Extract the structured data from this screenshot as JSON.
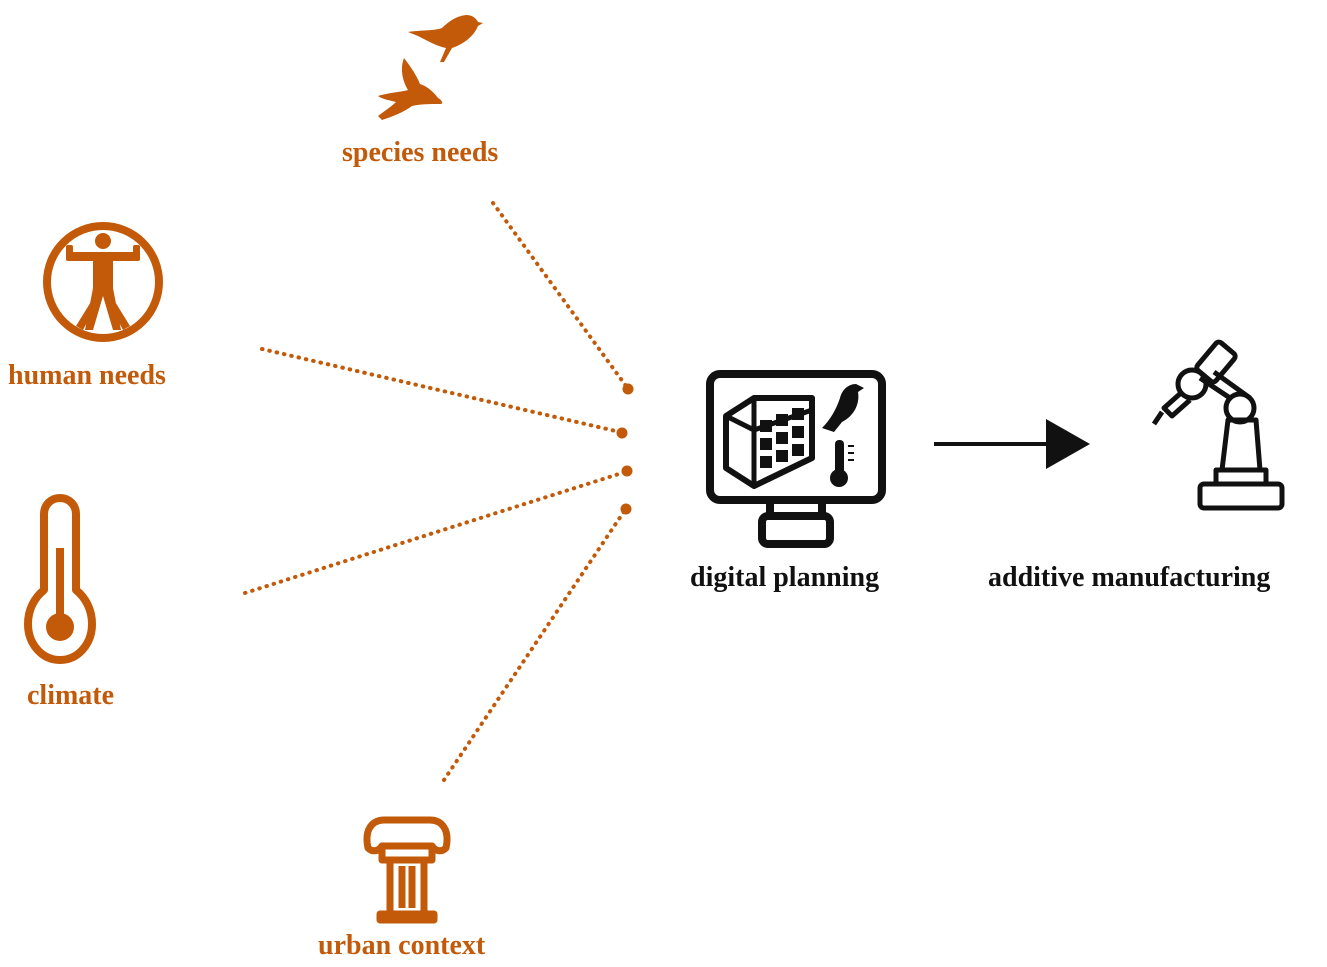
{
  "colors": {
    "accent": "#c25a0a",
    "ink": "#111111"
  },
  "inputs": [
    {
      "id": "species",
      "label": "species needs",
      "icon": "birds-icon"
    },
    {
      "id": "human",
      "label": "human needs",
      "icon": "vitruvian-man-icon"
    },
    {
      "id": "climate",
      "label": "climate",
      "icon": "thermometer-icon"
    },
    {
      "id": "urban",
      "label": "urban context",
      "icon": "column-icon"
    }
  ],
  "process": {
    "label": "digital planning",
    "icon": "monitor-planning-icon"
  },
  "output": {
    "label": "additive manufacturing",
    "icon": "robot-arm-icon"
  }
}
